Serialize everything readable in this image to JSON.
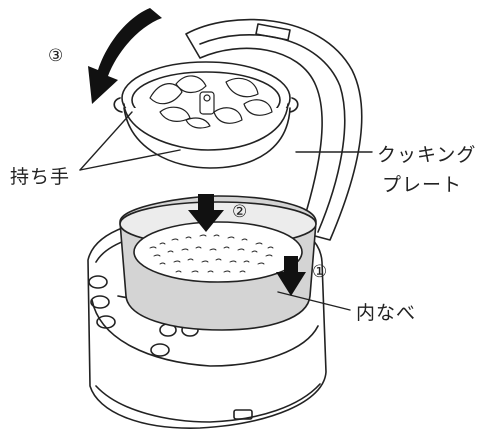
{
  "labels": {
    "handle": "持ち手",
    "cooking_plate_line1": "クッキング",
    "cooking_plate_line2": "プレート",
    "inner_pot": "内なべ"
  },
  "steps": {
    "step1": "①",
    "step2": "②",
    "step3": "③"
  },
  "colors": {
    "line": "#222222",
    "pot_gray": "#cfcfcf",
    "body": "#ffffff"
  }
}
